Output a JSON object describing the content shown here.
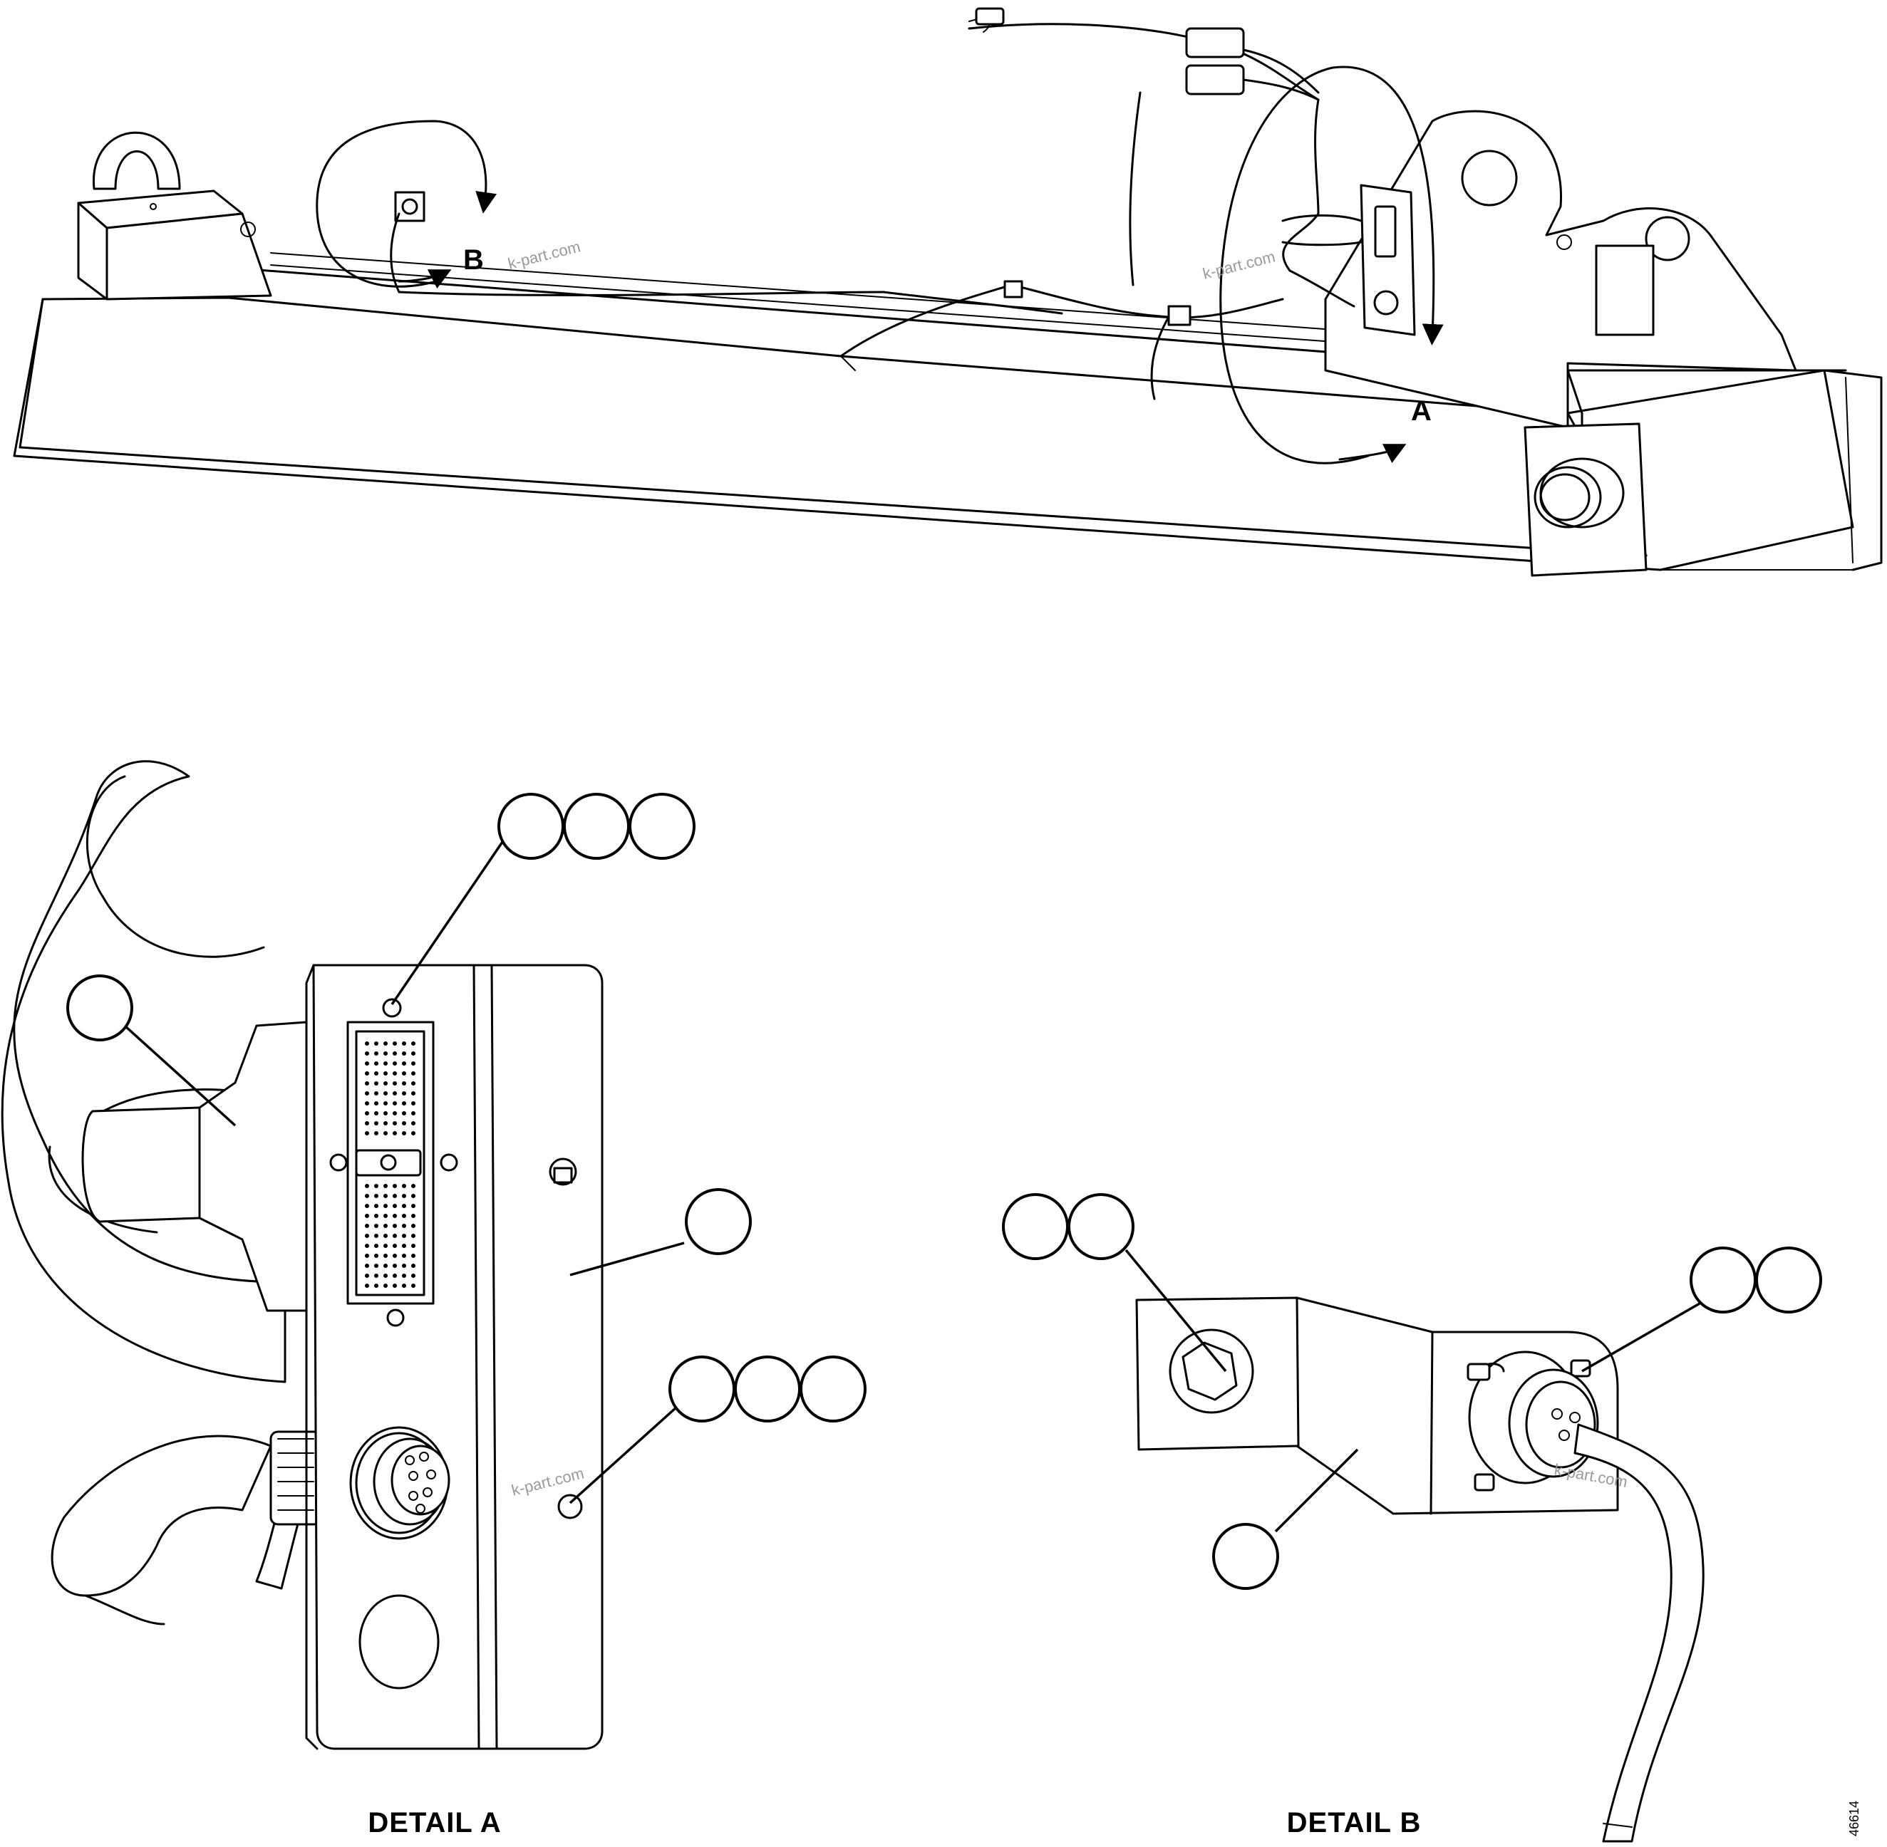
{
  "labels": {
    "view_a": "A",
    "view_b": "B",
    "detail_a_caption": "DETAIL A",
    "detail_b_caption": "DETAIL B",
    "drawing_number": "46614"
  },
  "watermarks": [
    "k-part.com",
    "k-part.com",
    "k-part.com",
    "k-part.com"
  ],
  "colors": {
    "line": "#000000",
    "background": "#ffffff",
    "watermark": "#9a9a9a"
  }
}
